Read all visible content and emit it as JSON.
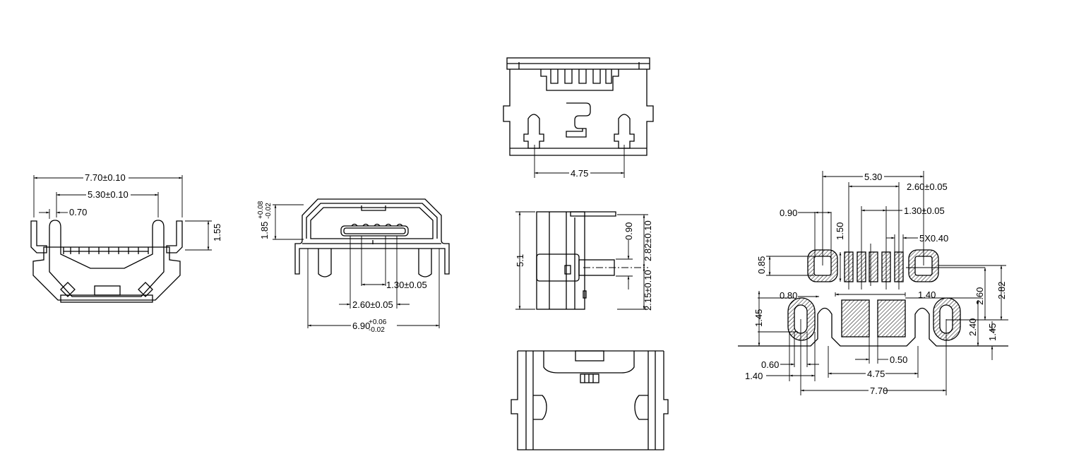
{
  "left_view": {
    "overall_width": "7.70±0.10",
    "inner_width": "5.30±0.10",
    "pin_offset": "0.70",
    "height": "1.55"
  },
  "front_view": {
    "opening_height": "1.85",
    "opening_height_plus": "+0.08",
    "opening_height_minus": "-0.02",
    "pitch": "1.30±0.05",
    "pitch_double": "2.60±0.05",
    "width": "6.90",
    "width_plus": "+0.06",
    "width_minus": "-0.02"
  },
  "side_view": {
    "length": "5.1",
    "pin_height": "0.90",
    "front_offset": "2.82±0.10",
    "rear_offset": "2.15±0.10"
  },
  "top_view": {
    "peg_spacing": "4.75"
  },
  "footprint": {
    "tab_spacing": "5.30",
    "pad_span": "2.60±0.05",
    "pad_pitch": "1.30±0.05",
    "tab_hole": "0.90",
    "pad_length": "1.50",
    "pad_width": "5X0.40",
    "tab_hole_height": "0.85",
    "slot_width": "0.80",
    "center_pad_gap": "1.40",
    "offset_260": "2.60",
    "offset_282": "2.82",
    "slot_height": "1.45",
    "offset_240": "2.40",
    "offset_145": "1.45",
    "slot_hole": "0.60",
    "slot_outer": "1.40",
    "peg_spacing": "4.75",
    "pad_gap": "0.50",
    "slot_spacing": "7.70"
  }
}
